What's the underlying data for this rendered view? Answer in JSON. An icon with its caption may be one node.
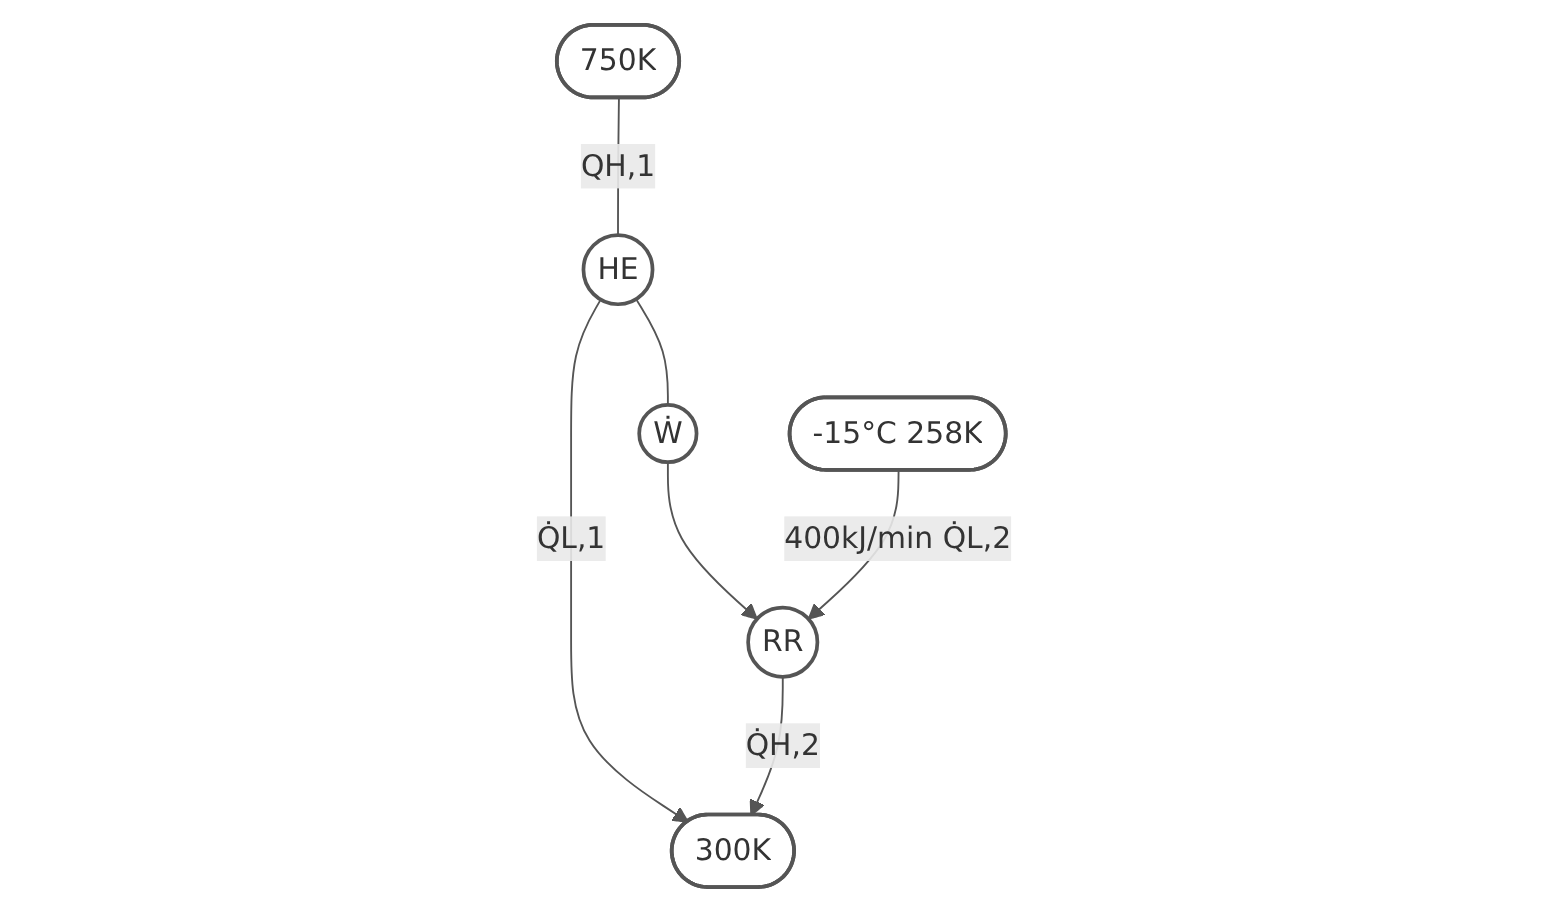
{
  "diagram": {
    "nodes": [
      {
        "text": [
          "750K"
        ]
      },
      {
        "text": [
          "HE"
        ]
      },
      {
        "text": [
          "Ẇ"
        ]
      },
      {
        "text": [
          "RR"
        ]
      },
      {
        "text": [
          "-15°C 258K"
        ]
      },
      {
        "text": [
          "300K"
        ]
      }
    ],
    "edges": [
      {
        "from": 0,
        "to": 1,
        "arrow": "none",
        "label": "QH,1"
      },
      {
        "from": 1,
        "to": 2,
        "arrow": "none"
      },
      {
        "from": 2,
        "to": 3,
        "arrow": "to"
      },
      {
        "from": 4,
        "to": 3,
        "arrow": "to",
        "label": "400kJ/min Q̇L,2"
      },
      {
        "from": 1,
        "to": 5,
        "arrow": "to",
        "label": "Q̇L,1"
      },
      {
        "from": 3,
        "to": 5,
        "arrow": "to",
        "label": "Q̇H,2"
      }
    ]
  }
}
